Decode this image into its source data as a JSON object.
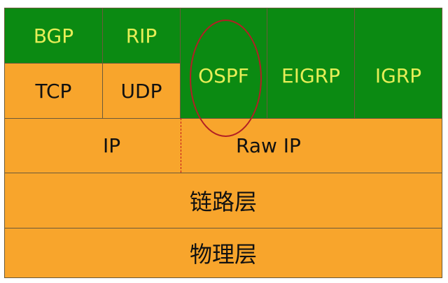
{
  "routing": {
    "bgp": "BGP",
    "rip": "RIP",
    "ospf": "OSPF",
    "eigrp": "EIGRP",
    "igrp": "IGRP"
  },
  "transport": {
    "tcp": "TCP",
    "udp": "UDP"
  },
  "network": {
    "ip": "IP",
    "raw_ip": "Raw IP"
  },
  "link_layer": "链路层",
  "physical_layer": "物理层",
  "colors": {
    "protocol_green": "#0b8a12",
    "protocol_text": "#e6ee57",
    "layer_orange": "#f8a52c",
    "highlight_ring": "#b21f24"
  }
}
